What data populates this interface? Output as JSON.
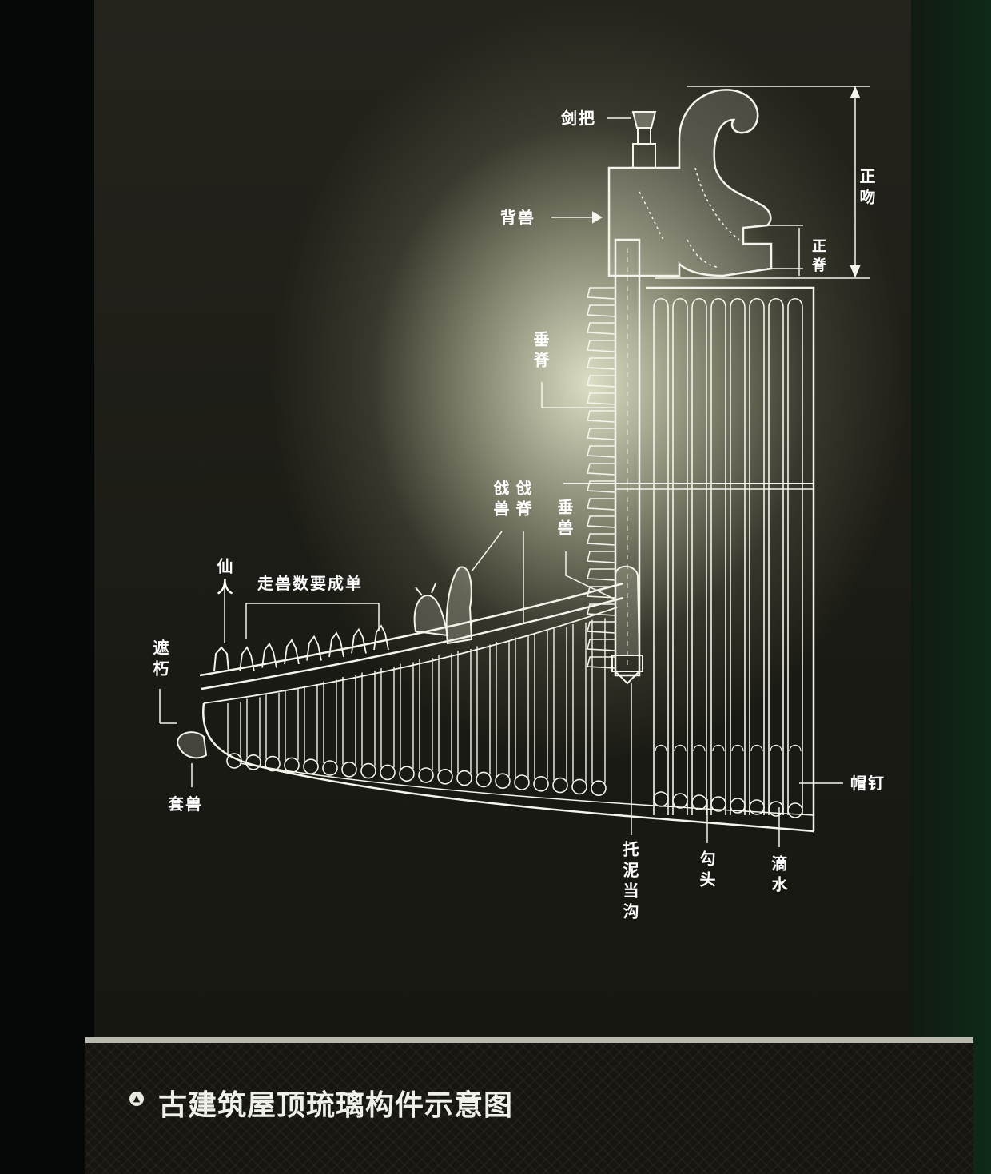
{
  "caption": {
    "title": "古建筑屋顶琉璃构件示意图",
    "icon": "triangle-up-icon"
  },
  "labels": {
    "jianba": "剑把",
    "beishou": "背兽",
    "zhengwen": "正吻",
    "zhengji": "正脊",
    "chuiji": "垂脊",
    "qiangshou": "戗兽",
    "qiangji": "戗脊",
    "chuishou": "垂兽",
    "xianren": "仙人",
    "zoushou": "走兽数要成单",
    "zheyou": "遮朽",
    "taoshou": "套兽",
    "maoding": "帽钉",
    "tuonidanggou": "托泥当沟",
    "goutou": "勾头",
    "dishui": "滴水"
  },
  "colors": {
    "line": "#f4f4ec",
    "board": "#1e1d17",
    "text": "#ffffff"
  }
}
